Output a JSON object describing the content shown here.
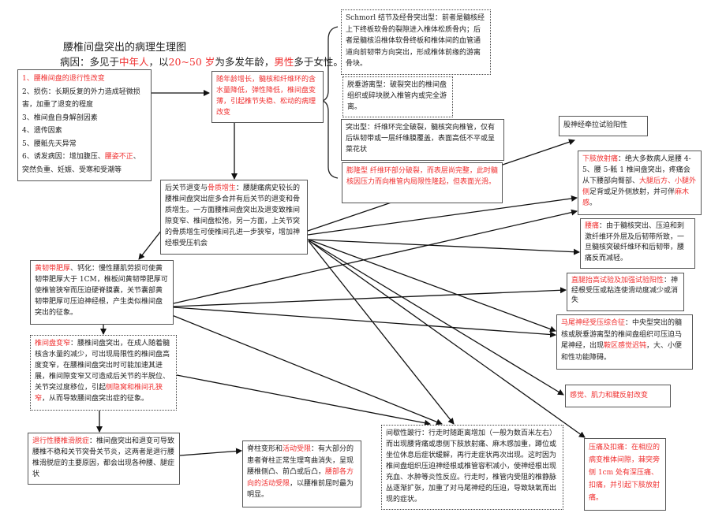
{
  "header": {
    "title": "腰椎间盘突出的病理生理图",
    "cause": [
      {
        "t": "病因：多见于"
      },
      {
        "t": "中年人",
        "red": true
      },
      {
        "t": "，以"
      },
      {
        "t": "20~50 岁",
        "red": true
      },
      {
        "t": "为多发年龄，"
      },
      {
        "t": "男性",
        "red": true
      },
      {
        "t": "多于女性。"
      }
    ]
  },
  "boxes": {
    "causes": [
      {
        "t": "1、腰椎间盘的退行性改变",
        "red": true,
        "br": true
      },
      {
        "t": "2、损伤：长期反复的外力造成轻微损害，加重了退变的程度",
        "br": true
      },
      {
        "t": "3、椎间盘自身解剖因素",
        "br": true
      },
      {
        "t": "4、遗传因素",
        "br": true
      },
      {
        "t": "5、腰骶先天异常",
        "br": true
      },
      {
        "t": "6、诱发病因：增加腹压、"
      },
      {
        "t": "腰姿不正",
        "red": true
      },
      {
        "t": "、突然负重、妊娠、受寒和受潮等"
      }
    ],
    "aging": [
      {
        "t": "随年龄增长，髓核和纤维环的含水量降低，弹性降低，椎间盘变薄，引起椎节失稳、松动的病理改变",
        "red": true
      }
    ],
    "schmorl": [
      {
        "t": "Schmorl 结节及经骨突出型：前者是髓核经上下终板软骨的裂隙进入椎体松质骨内；后者是髓核沿椎体软骨终板和椎体间的血管通道向前韧带方向突出，形成椎体前缘的游离骨块。"
      }
    ],
    "prolapse": [
      {
        "t": "脱垂游离型：破裂突出的椎间盘组织或碎块脱入椎管内或完全游离。"
      }
    ],
    "protrusion": [
      {
        "t": "突出型：纤维环完全破裂，髓核突向椎管，仅有后纵韧带或一层纤维膜覆盖，表面高低不平或呈菜花状"
      }
    ],
    "bulge": [
      {
        "t": "膨隆型 纤维环部分破裂，而表层尚完整，此时髓核因压力而向椎管内局限性隆起，但表面光滑。",
        "red": true
      }
    ],
    "facet": [
      {
        "t": "后关节退变与"
      },
      {
        "t": "骨质增生",
        "red": true
      },
      {
        "t": "：腰腿痛病史较长的腰椎间盘突出症多合并有后关节的退变和骨质增生。一方面腰椎间盘突出及退变致椎间隙变窄、椎间盘松弛，另一方面，上关节突的骨质增生可使椎间孔进一步狭窄，增加神经根受压机会"
      }
    ],
    "ligament": [
      {
        "t": "黄韧带肥厚",
        "red": true
      },
      {
        "t": "、钙化：慢性腰肌劳损可使黄韧带肥厚大于 1CM，椎板间黄韧带肥厚可使椎管狭窄而压迫硬脊膜囊，关节囊部黄韧带肥厚可压迫神经根，产生类似椎间盘突出的征象。"
      }
    ],
    "narrowing": [
      {
        "t": "椎间盘变窄",
        "red": true
      },
      {
        "t": "：腰椎间盘突出，在成人随着髓核含水量的减少，可出现局限性的椎间盘高度变窄，在腰椎间盘突出时可能加速其进展，椎间隙变窄又可造成后关节的半脱位、关节突过度移位，引起"
      },
      {
        "t": "侧隐窝和椎间孔狭窄",
        "red": true
      },
      {
        "t": "，从而导致腰间盘突出症的征象。"
      }
    ],
    "spondylolisthesis": [
      {
        "t": "退行性腰椎滑脱症",
        "red": true
      },
      {
        "t": "：椎间盘突出和退变可导致腰椎不稳和关节突骨关节炎，这两者是退行腰椎滑脱症的主要原因，都会出现各种腰、腿症状"
      }
    ],
    "deformity": [
      {
        "t": "脊柱变形和"
      },
      {
        "t": "活动受限",
        "red": true
      },
      {
        "t": "：有大部分的患者脊柱正常生理弯曲消失，呈现腰椎侧凸、前凸或后凸，"
      },
      {
        "t": "腰部各方向的活动受限",
        "red": true
      },
      {
        "t": "，以腰椎前屈时最为明显。"
      }
    ],
    "claudication": [
      {
        "t": "间歇性跛行：行走时随距离增加（一般为数百米左右）而出现腰背痛或患侧下肢放射痛、麻木感加重，蹲位或坐位休息后症状缓解，再行走症状再次出现。这时因为椎间盘组织压迫神经根或椎管容积减小，使神经根出现充血、水肿等炎性反应。行走时，椎管内受阻的椎静脉丛逐渐扩张，加重了对马尾神经的压迫，导致缺氧而出现的症状。"
      }
    ],
    "femoral": [
      {
        "t": "股神经牵拉试验阳性"
      }
    ],
    "radiating": [
      {
        "t": "下肢放射痛",
        "red": true
      },
      {
        "t": "：绝大多数病人是腰 4-5、腰 5-骶 1 椎间盘突出，疼痛会从下腰部向臀部、"
      },
      {
        "t": "大腿后方、小腿外侧",
        "red": true
      },
      {
        "t": "足背或足外侧放射，并可伴"
      },
      {
        "t": "麻木感",
        "red": true
      },
      {
        "t": "。"
      }
    ],
    "backpain": [
      {
        "t": "腰痛",
        "red": true
      },
      {
        "t": "：由于髓核突出、压迫和刺激纤维环外层及后韧带所致，一旦髓核突破纤维环和后韧带，腰痛反而减轻。"
      }
    ],
    "slr": [
      {
        "t": "直腿抬高试验及加强试验阳性",
        "red": true
      },
      {
        "t": "：神经根受压或粘连使滑动度减少或消失"
      }
    ],
    "cauda": [
      {
        "t": "马尾神经受压综合征",
        "red": true
      },
      {
        "t": "：中央型突出的髓核或脱垂游离型的椎间盘组织可压迫马尾神经，出现"
      },
      {
        "t": "鞍区感觉迟钝",
        "red": true
      },
      {
        "t": "，大、小便和性功能障碍。"
      }
    ],
    "sensory": [
      {
        "t": "感觉、肌力和腱反射改变",
        "red": true
      }
    ],
    "tenderness": [
      {
        "t": "压痛及扣痛：在相应的病变椎体间隙，棘突旁侧 1cm 处有深压痛、扣痛，并引起下肢放射痛。",
        "red": true
      }
    ]
  },
  "colors": {
    "accent_red": "#f03030",
    "border": "#555555",
    "arrow": "#111111"
  }
}
